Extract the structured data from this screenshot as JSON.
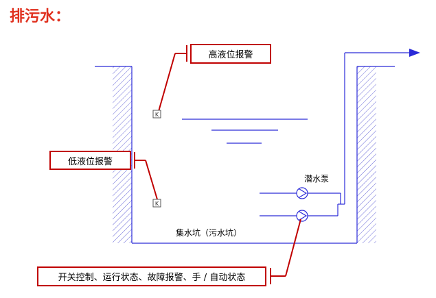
{
  "title": "排污水：",
  "labels": {
    "high_alarm": "高液位报警",
    "low_alarm": "低液位报警",
    "pump": "潜水泵",
    "pit": "集水坑（污水坑）",
    "status": "开关控制、运行状态、故障报警、手 / 自动状态"
  },
  "sensor_glyph": "K",
  "colors": {
    "title": "#e0301e",
    "callout_border": "#c00000",
    "pipe": "#2a2ad8",
    "hatch": "#6a6ad8"
  }
}
